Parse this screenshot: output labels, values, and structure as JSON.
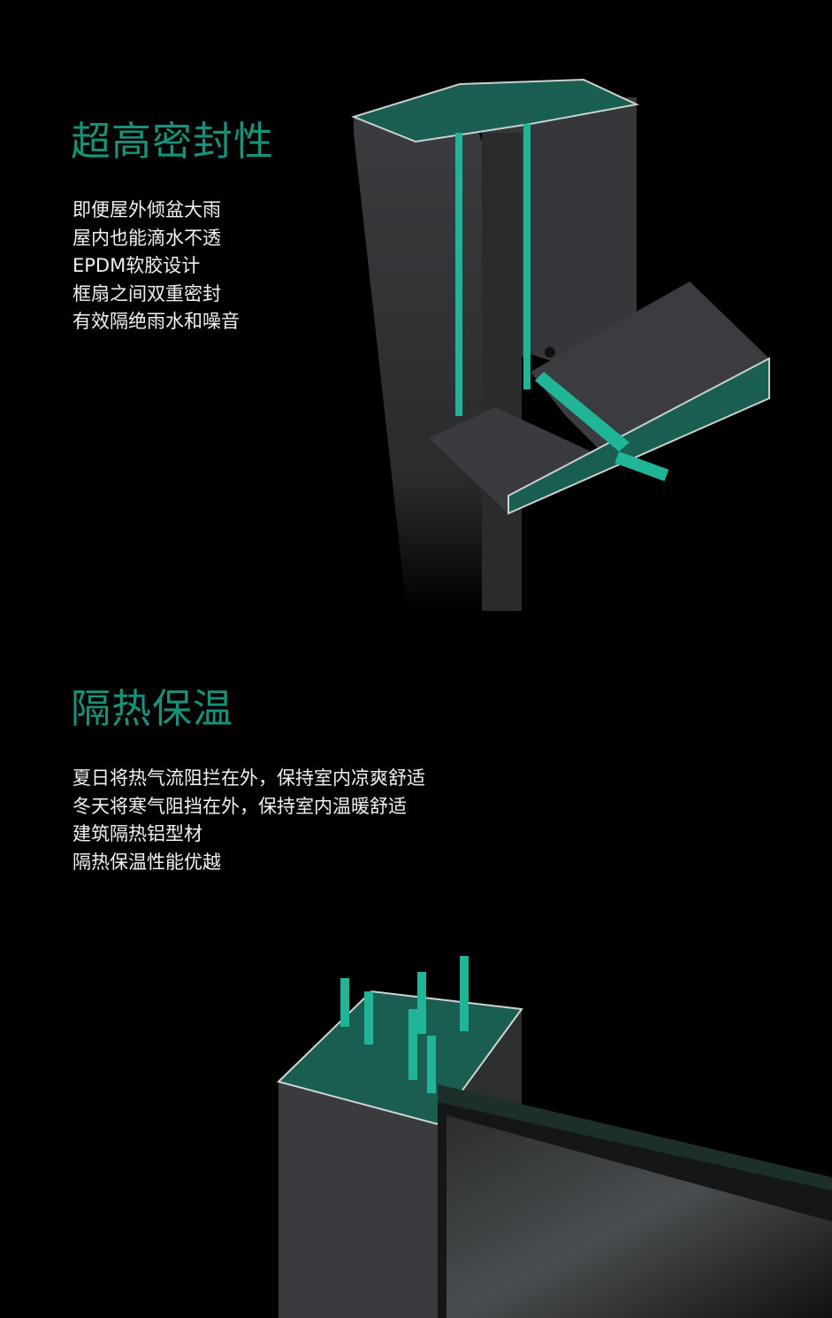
{
  "sections": [
    {
      "title": "超高密封性",
      "lines": [
        "即便屋外倾盆大雨",
        "屋内也能滴水不透",
        "EPDM软胶设计",
        "框扇之间双重密封",
        "有效隔绝雨水和噪音"
      ]
    },
    {
      "title": "隔热保温",
      "lines": [
        "夏日将热气流阻拦在外，保持室内凉爽舒适",
        "冬天将寒气阻挡在外，保持室内温暖舒适",
        "建筑隔热铝型材",
        "隔热保温性能优越"
      ]
    }
  ],
  "colors": {
    "accent": "#17917a",
    "background": "#000000",
    "text": "#f2f2f2",
    "profile": "#3a3b3d",
    "seal": "#1fb596"
  }
}
